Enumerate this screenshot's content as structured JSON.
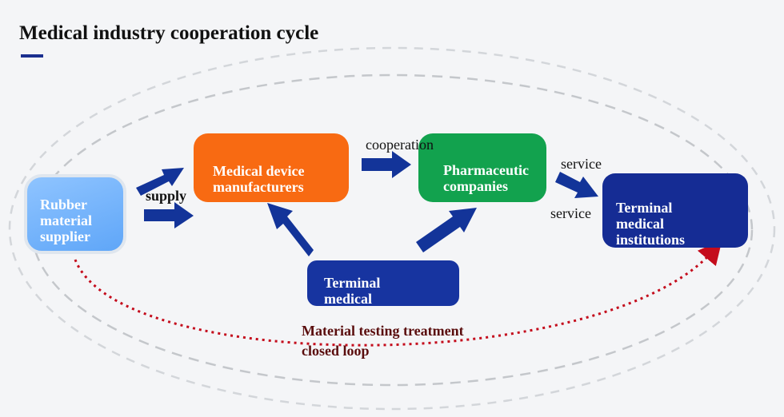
{
  "title": "Medical industry cooperation cycle",
  "nodes": {
    "rubber_supplier": [
      "Rubber",
      "material",
      "supplier"
    ],
    "device_manufacturers": [
      "Medical device",
      "manufacturers"
    ],
    "pharmaceutical_companies": [
      "Pharmaceutic",
      "companies"
    ],
    "terminal_institutions": [
      "Terminal",
      "medical",
      "institutions"
    ],
    "terminal_medical": [
      "Terminal",
      "medical"
    ]
  },
  "edge_labels": {
    "supply": "supply",
    "cooperation": "cooperation",
    "service_top": "service",
    "service_bottom": "service"
  },
  "loop_label": [
    "Material testing treatment",
    "closed loop"
  ],
  "colors": {
    "arrow": "#133499",
    "rubber": "#6aaefa",
    "device": "#f86a12",
    "pharma": "#12a24e",
    "institutions": "#152c94",
    "terminal": "#1734a0",
    "loop": "#c40c1c"
  }
}
